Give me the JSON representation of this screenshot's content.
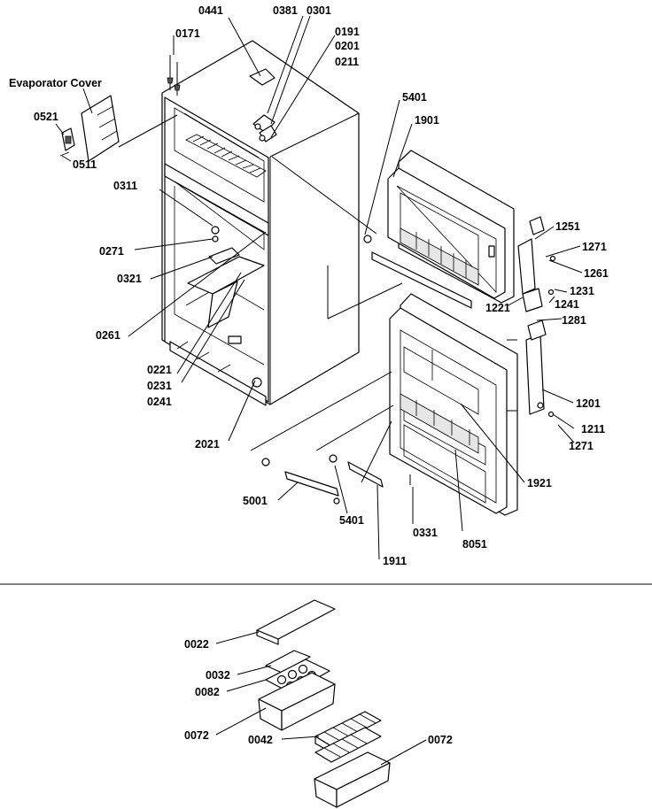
{
  "evaporator_cover_label": "Evaporator Cover",
  "labels": {
    "l0441": "0441",
    "l0381": "0381",
    "l0301": "0301",
    "l0171": "0171",
    "l0191": "0191",
    "l0201": "0201",
    "l0211": "0211",
    "l0521": "0521",
    "l0511": "0511",
    "l5401a": "5401",
    "l1901": "1901",
    "l0311": "0311",
    "l0271": "0271",
    "l0321": "0321",
    "l0261": "0261",
    "l0221": "0221",
    "l0231": "0231",
    "l0241": "0241",
    "l2021": "2021",
    "l1251": "1251",
    "l1271a": "1271",
    "l1261": "1261",
    "l1231": "1231",
    "l1241": "1241",
    "l1221": "1221",
    "l1281": "1281",
    "l1201": "1201",
    "l1211": "1211",
    "l1271b": "1271",
    "l1921": "1921",
    "l5001": "5001",
    "l5401b": "5401",
    "l0331": "0331",
    "l8051": "8051",
    "l1911": "1911",
    "l0022": "0022",
    "l0032": "0032",
    "l0082": "0082",
    "l0072a": "0072",
    "l0042": "0042",
    "l0072b": "0072"
  }
}
